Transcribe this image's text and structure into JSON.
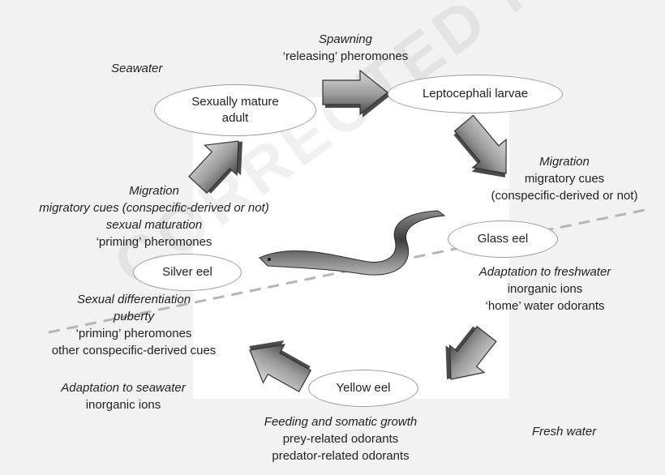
{
  "nodes": {
    "sexually_mature_adult": [
      "Sexually mature",
      "adult"
    ],
    "leptocephali_larvae": "Leptocephali larvae",
    "glass_eel": "Glass eel",
    "yellow_eel": "Yellow eel",
    "silver_eel": "Silver eel"
  },
  "zones": {
    "seawater": "Seawater",
    "fresh_water": "Fresh water"
  },
  "transitions": {
    "spawning": {
      "title": "Spawning",
      "cues": [
        "‘releasing’ pheromones"
      ]
    },
    "migration_down": {
      "title": "Migration",
      "cues": [
        "migratory cues",
        "(conspecific-derived or not)"
      ]
    },
    "adaptation_freshwater": {
      "title": "Adaptation to freshwater",
      "cues": [
        "inorganic ions",
        "‘home’ water odorants"
      ]
    },
    "feeding": {
      "title": "Feeding and somatic growth",
      "cues": [
        "prey-related odorants",
        "predator-related odorants"
      ]
    },
    "adaptation_seawater": {
      "title": "Adaptation to seawater",
      "cues": [
        "inorganic ions"
      ]
    },
    "sexual_differentiation": {
      "titles": [
        "Sexual differentiation",
        "puberty"
      ],
      "cues": [
        "‘priming’ pheromones",
        "other conspecific-derived cues"
      ]
    },
    "migration_up": {
      "titles": [
        "Migration",
        "migratory cues (conspecific-derived or not)",
        "sexual maturation"
      ],
      "cues": [
        "‘priming’ pheromones"
      ]
    }
  },
  "watermark": "CORRECTED PROOF",
  "colors": {
    "arrow_light": "#d8d8d8",
    "arrow_dark": "#4a4a4a",
    "node_border": "#9a9a9a",
    "divider": "#b5b5b5"
  }
}
